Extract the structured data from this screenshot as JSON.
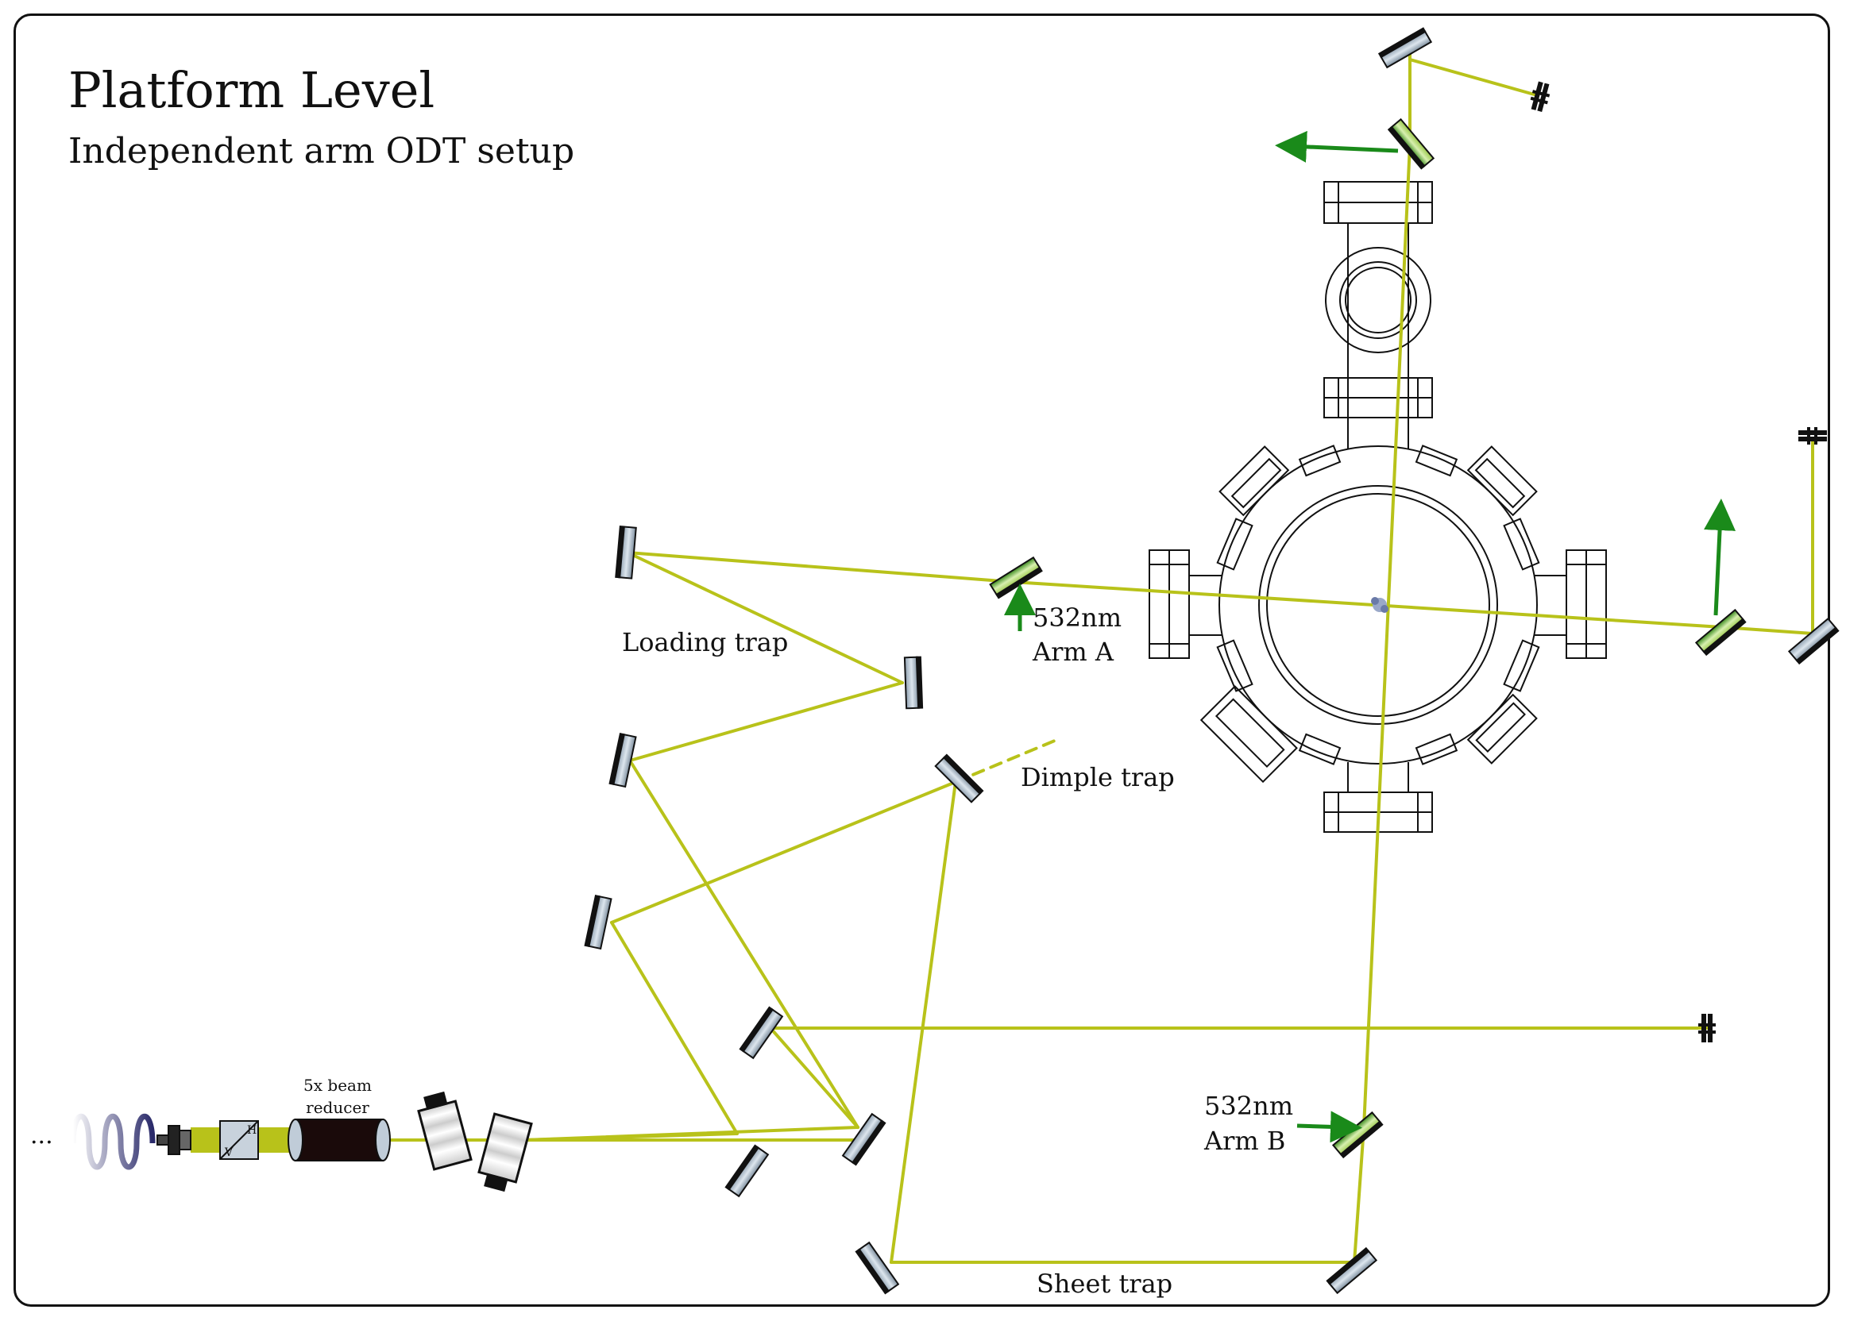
{
  "title": "Platform Level",
  "subtitle": "Independent arm ODT setup",
  "labels": {
    "loading_trap": "Loading trap",
    "dimple_trap": "Dimple trap",
    "sheet_trap": "Sheet trap",
    "arm_a_wavelength": "532nm",
    "arm_a_name": "Arm A",
    "arm_b_wavelength": "532nm",
    "arm_b_name": "Arm B",
    "beam_reducer_line1": "5x beam",
    "beam_reducer_line2": "reducer",
    "fiber_ellipsis": "...",
    "pbs_h": "H",
    "pbs_v": "V"
  },
  "colors": {
    "beam": "#b8c21a",
    "arrow": "#1a8a1a",
    "frame": "#111111"
  }
}
